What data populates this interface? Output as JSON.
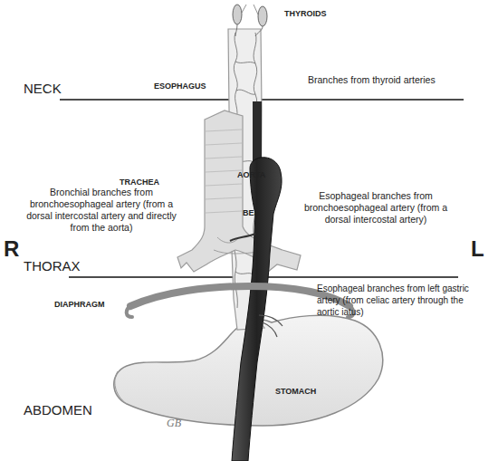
{
  "diagram": {
    "labels": [
      "THYROIDS",
      "NECK",
      "ESOPHAGUS",
      "Branches from thyroid arteries",
      "TRACHEA",
      "AORTA",
      "Bronchial branches from bronchoesophageal artery (from a dorsal intercostal artery and directly from the aorta)",
      "BEa",
      "Esophageal branches from bronchoesophageal artery (from a dorsal intercostal artery)",
      "R",
      "L",
      "THORAX",
      "DIAPHRAGM",
      "Esophageal branches from left gastric artery (from celiac artery through the aortic iatus)",
      "ABDOMEN",
      "STOMACH",
      "GB"
    ]
  }
}
